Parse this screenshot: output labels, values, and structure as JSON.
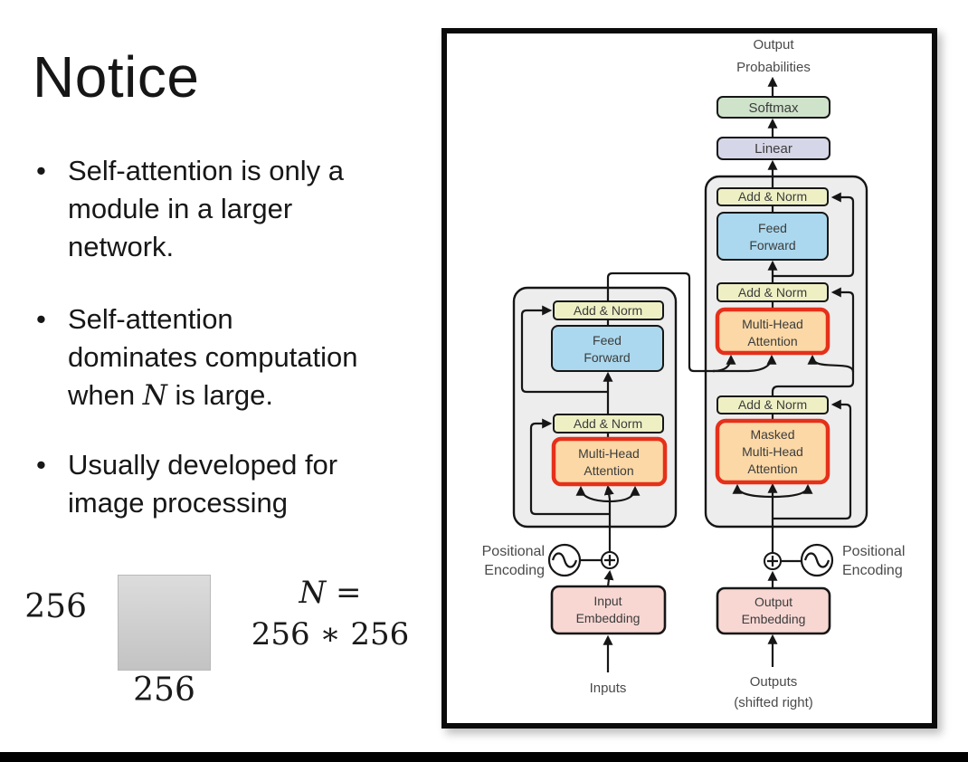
{
  "slide": {
    "title": "Notice",
    "bullet_char": "•",
    "bullets": {
      "b1": [
        "Self-attention is only a",
        "module in a larger",
        "network."
      ],
      "b2_l1": "Self-attention",
      "b2_l2": "dominates computation",
      "b2_l3_pre": "when ",
      "b2_l3_var": "N",
      "b2_l3_post": " is large.",
      "b3": [
        "Usually developed for",
        "image processing"
      ]
    },
    "figure": {
      "left_label": "256",
      "bottom_label": "256",
      "eq_var": "N",
      "eq_rest": " =",
      "eq_line2": "256 ∗ 256"
    }
  },
  "diagram": {
    "output_probabilities": [
      "Output",
      "Probabilities"
    ],
    "softmax": "Softmax",
    "linear": "Linear",
    "add_norm": "Add & Norm",
    "feed_forward": [
      "Feed",
      "Forward"
    ],
    "mha": [
      "Multi-Head",
      "Attention"
    ],
    "masked_mha": [
      "Masked",
      "Multi-Head",
      "Attention"
    ],
    "input_embedding": [
      "Input",
      "Embedding"
    ],
    "output_embedding": [
      "Output",
      "Embedding"
    ],
    "inputs": "Inputs",
    "outputs": "Outputs",
    "outputs_note": "(shifted right)",
    "positional": "Positional",
    "encoding": "Encoding",
    "colors": {
      "softmax_fill": "#cfe3cb",
      "linear_fill": "#d5d7e8",
      "add_norm_fill": "#eef0c4",
      "feed_forward_fill": "#abd8ee",
      "attention_fill": "#fbd8a6",
      "attention_border": "#e5301a",
      "embedding_fill": "#f8d7d3",
      "container_fill": "#ededed"
    }
  }
}
